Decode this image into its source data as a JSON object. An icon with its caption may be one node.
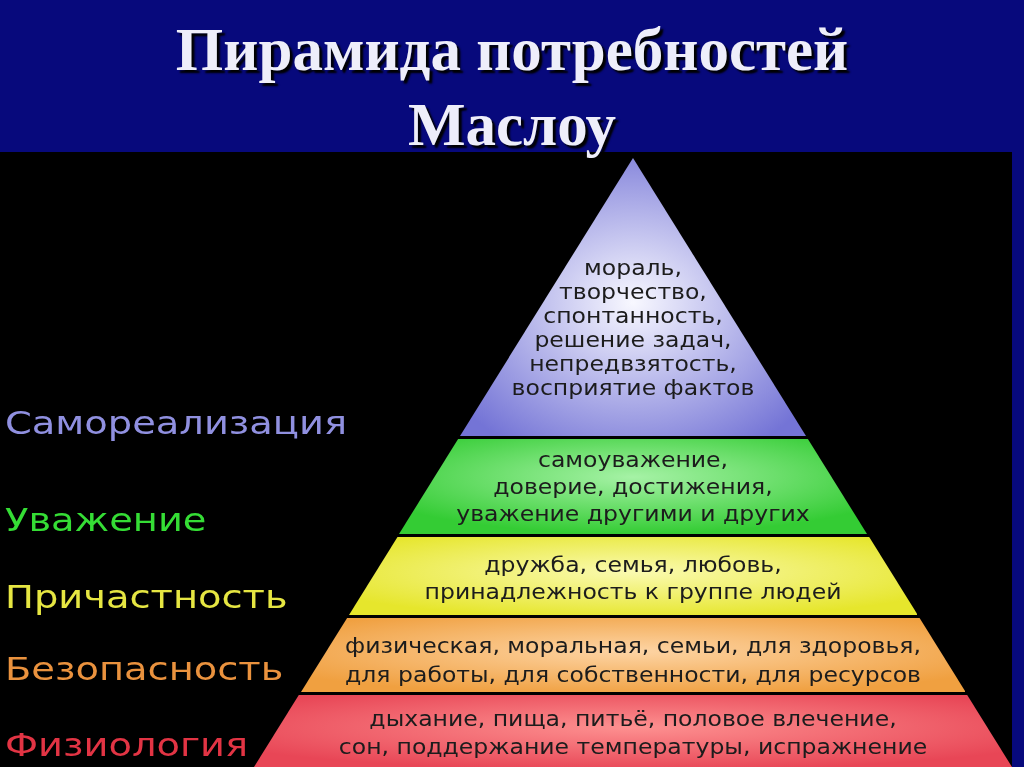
{
  "diagram": {
    "title": "Пирамида потребностей Маслоу",
    "nodes": [
      {
        "text": [
          "мораль, творчество, спонтанность, решение задач, непредвзятость, восприятие фактов"
        ]
      },
      {
        "text": [
          "самоуважение, доверие, достижения, уважение другими и других"
        ]
      },
      {
        "text": [
          "дружба, семья, любовь, принадлежность к группе людей"
        ]
      },
      {
        "text": [
          "физическая, моральная, семьи, для здоровья, для работы, для собственности, для ресурсов"
        ]
      },
      {
        "text": [
          "дыхание, пища, питьё, половое влечение, сон, поддержание температуры, испражнение"
        ]
      }
    ],
    "labels": [
      "Самореализация",
      "Уважение",
      "Причастность",
      "Безопасность",
      "Физиология"
    ]
  }
}
